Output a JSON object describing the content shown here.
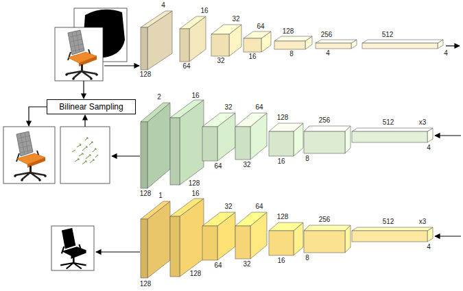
{
  "diagram": {
    "nodes": [
      {
        "text": [
          "Bilinear Sampling"
        ]
      }
    ],
    "labels": [
      "4",
      "128",
      "16",
      "64",
      "32",
      "32",
      "64",
      "16",
      "128",
      "8",
      "256",
      "4",
      "512",
      "4",
      "2",
      "128",
      "16",
      "128",
      "32",
      "64",
      "64",
      "32",
      "128",
      "16",
      "256",
      "8",
      "512",
      "x3",
      "4",
      "1",
      "128",
      "16",
      "128",
      "32",
      "64",
      "64",
      "32",
      "128",
      "16",
      "256",
      "8",
      "512",
      "x3",
      "4"
    ]
  }
}
